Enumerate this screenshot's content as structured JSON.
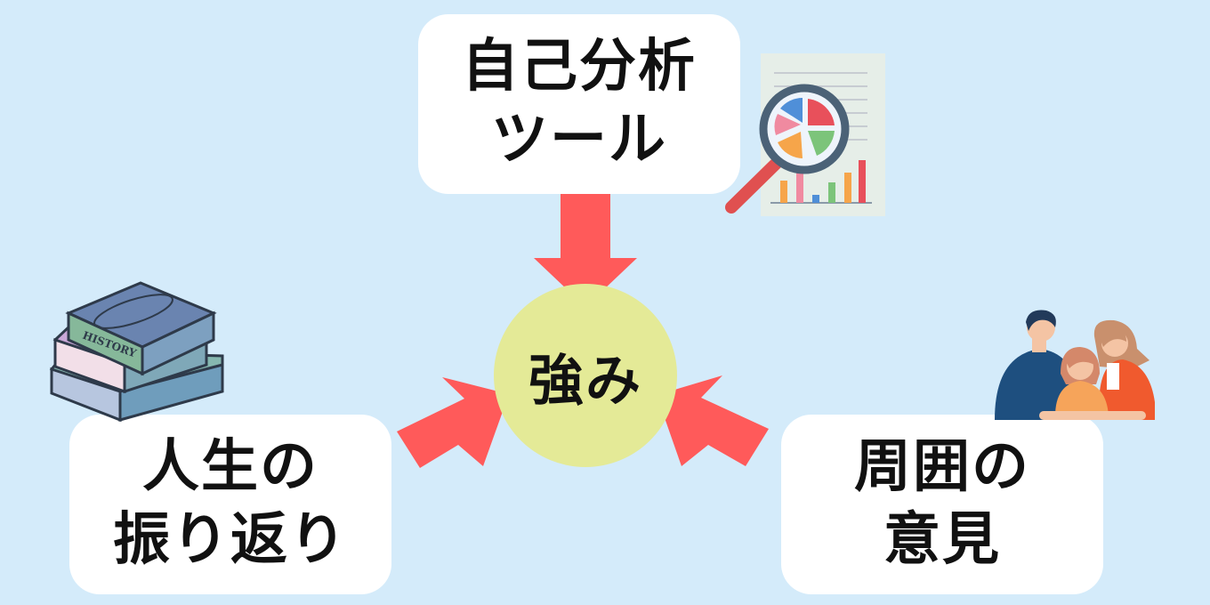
{
  "center": {
    "label": "強み"
  },
  "sources": [
    {
      "line1": "自己分析",
      "line2": "ツール",
      "icon": "magnifier-chart-icon"
    },
    {
      "line1": "人生の",
      "line2": "振り返り",
      "icon": "history-books-icon",
      "book_label": "HISTORY"
    },
    {
      "line1": "周囲の",
      "line2": "意見",
      "icon": "family-icon"
    }
  ],
  "colors": {
    "background": "#d4ebfa",
    "box": "#ffffff",
    "hub": "#e4ea97",
    "arrow": "#ff5a5a",
    "text": "#111111"
  }
}
